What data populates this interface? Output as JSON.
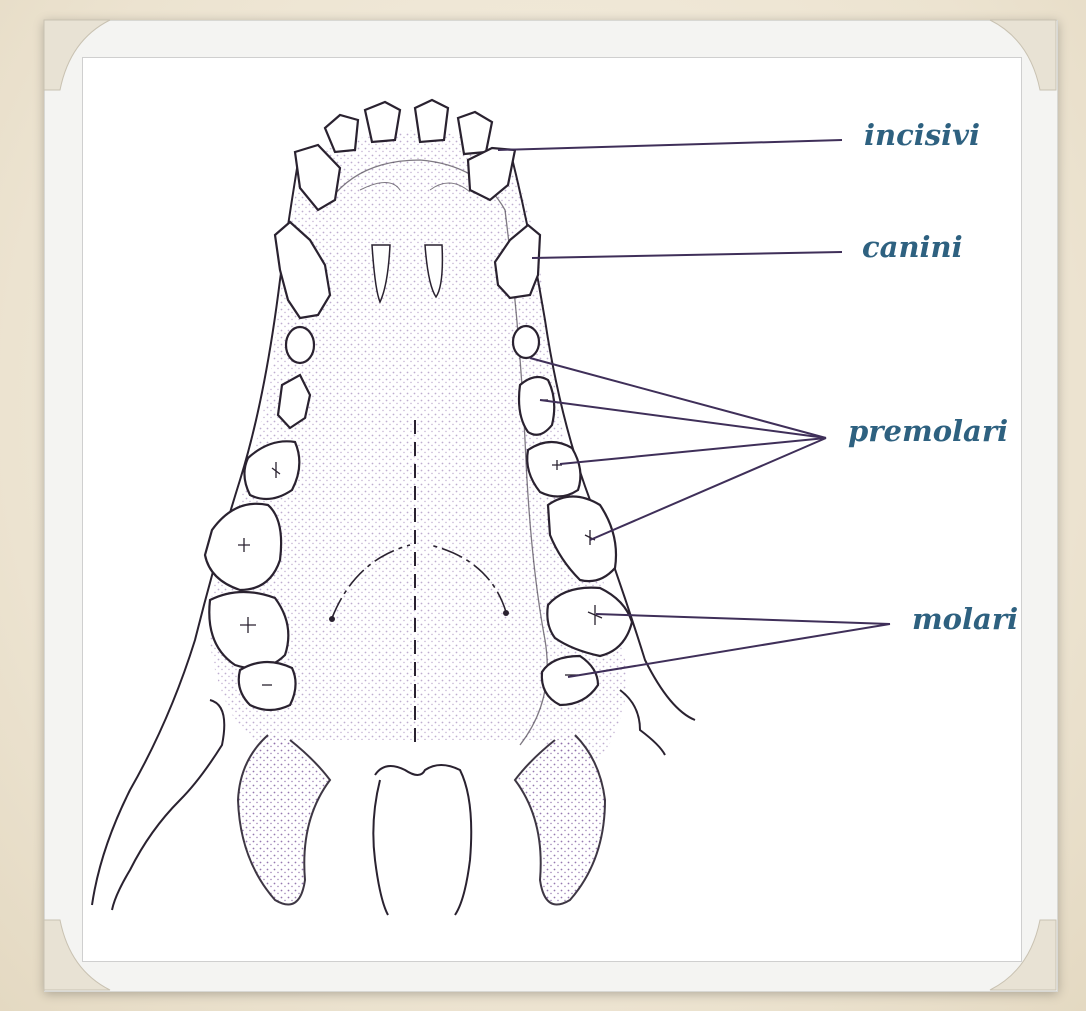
{
  "labels": {
    "incisors": "incisivi",
    "canines": "canini",
    "premolars": "premolari",
    "molars": "molari"
  },
  "colors": {
    "label_text": "#2e6180",
    "leader_line": "#3f2f59",
    "outline": "#2a2230",
    "stipple": "#8b6aa8",
    "frame": "#f4f4f2",
    "background": "#efe8d8"
  }
}
